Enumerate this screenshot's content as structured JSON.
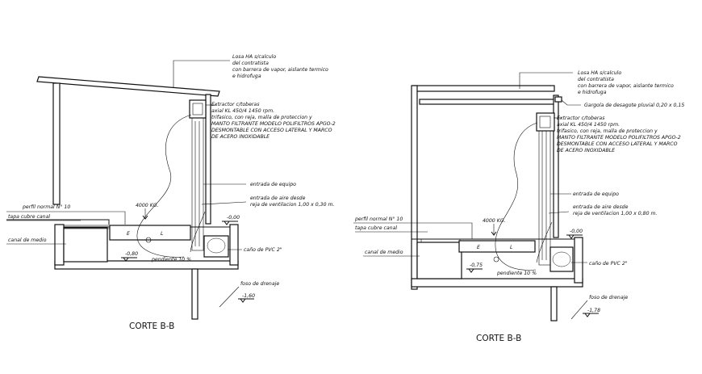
{
  "section_title": "CORTE B-B",
  "left": {
    "slab_note": [
      "Losa HA s/calculo",
      "del contratista",
      "con barrera de vapor, aislante termico",
      "e hidrofuga"
    ],
    "extractor_note": [
      "Extractor c/toberas",
      "axial KL 450/4 1450 rpm.",
      "trifasico, con reja, malla de proteccion y",
      "MANTO FILTRANTE MODELO POLIFILTROS APGO-2",
      "DESMONTABLE CON ACCESO LATERAL Y MARCO",
      "DE ACERO INOXIDABLE"
    ],
    "entry_equipment": "entrada de equipo",
    "air_inlet": [
      "entrada de aire desde",
      "reja de ventilacion 1,00 x 0,30 m."
    ],
    "weight": "4000 KG.",
    "profile": "perfil normal N° 10",
    "cover": "tapa cubre canal",
    "channel": "canal de medio",
    "level_top": "-0,00",
    "level_mid": "-0,80",
    "slope": "pendiente 10 %",
    "pvc_pipe": "caño de PVC 2\"",
    "drain_pit": "foso de drenaje",
    "level_drain": "-1,60"
  },
  "right": {
    "slab_note": [
      "Losa HA s/calculo",
      "del contratista",
      "con barrera de vapor, aislante termico",
      "e hidrofuga"
    ],
    "gutter": "Gargola de desagote pluvial 0,20 x 0,15",
    "extractor_note": [
      "Extractor c/toberas",
      "axial KL 450/4 1450 rpm.",
      "trifasico, con reja, malla de proteccion y",
      "MANTO FILTRANTE MODELO POLIFILTROS APGO-2",
      "DESMONTABLE CON ACCESO LATERAL Y MARCO",
      "DE ACERO INOXIDABLE"
    ],
    "entry_equipment": "entrada de equipo",
    "air_inlet": [
      "entrada de aire desde",
      "reja de ventilacion 1,00 x 0,80 m."
    ],
    "weight": "4000 KG.",
    "profile": "perfil normal N° 10",
    "cover": "tapa cubre canal",
    "channel": "canal de medio",
    "level_top": "-0,00",
    "level_mid": "-0,75",
    "slope": "pendiente 10 %",
    "pvc_pipe": "caño de PVC 2\"",
    "drain_pit": "foso de drenaje",
    "level_drain": "-1,78"
  }
}
